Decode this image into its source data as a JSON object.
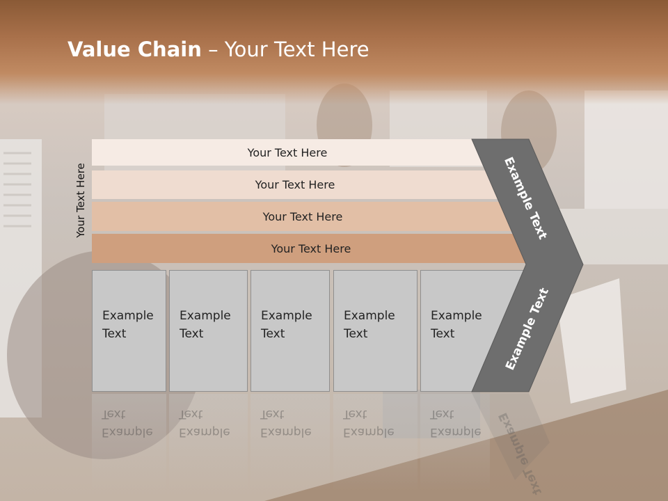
{
  "title": {
    "bold": "Value Chain",
    "rest": " – Your Text Here"
  },
  "side_label": "Your Text Here",
  "rows": [
    {
      "label": "Your Text Here"
    },
    {
      "label": "Your Text Here"
    },
    {
      "label": "Your Text Here"
    },
    {
      "label": "Your Text Here"
    }
  ],
  "boxes": [
    {
      "line1": "Example",
      "line2": "Text"
    },
    {
      "line1": "Example",
      "line2": "Text"
    },
    {
      "line1": "Example",
      "line2": "Text"
    },
    {
      "line1": "Example",
      "line2": "Text"
    },
    {
      "line1": "Example",
      "line2": "Text"
    }
  ],
  "chevron": {
    "top": "Example Text",
    "bottom": "Example Text"
  },
  "colors": {
    "header": "#a8704a",
    "chevron": "#6e6e6e",
    "row4": "#cf9f7e",
    "box": "#c8c8c8"
  }
}
